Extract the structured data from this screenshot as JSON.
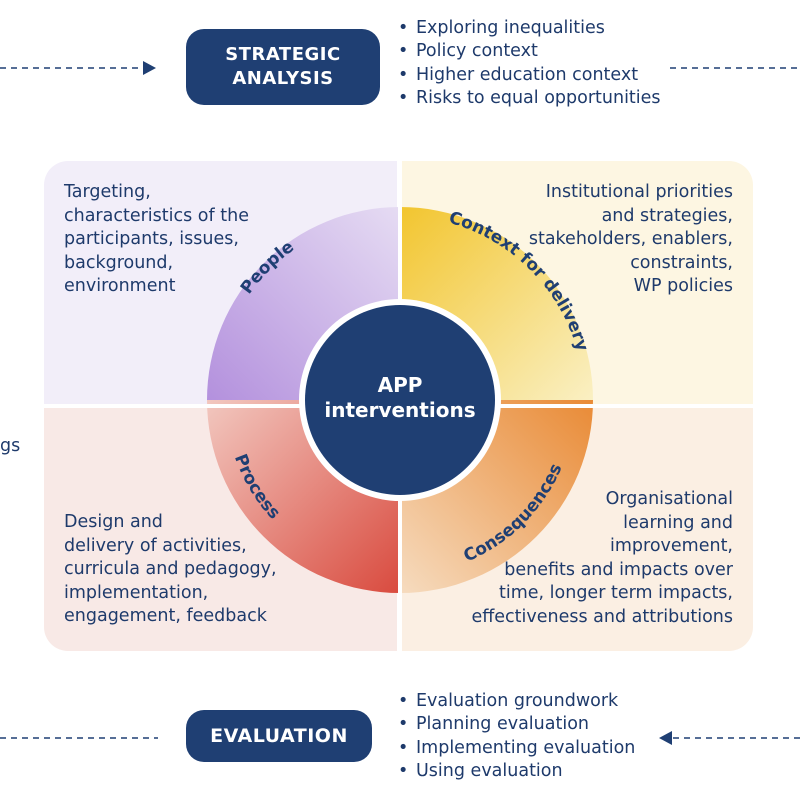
{
  "strategic_analysis": {
    "label_line1": "STRATEGIC",
    "label_line2": "ANALYSIS",
    "bullets": [
      "Exploring inequalities",
      "Policy context",
      "Higher education context",
      "Risks to equal opportunities"
    ]
  },
  "evaluation": {
    "label": "EVALUATION",
    "bullets": [
      "Evaluation groundwork",
      "Planning evaluation",
      "Implementing evaluation",
      "Using evaluation"
    ]
  },
  "center": {
    "line1": "APP",
    "line2": "interventions"
  },
  "segments": {
    "people": "People",
    "context": "Context for delivery",
    "process": "Process",
    "consequences": "Consequences"
  },
  "quadrants": {
    "people": "Targeting,\ncharacteristics of the\nparticipants, issues,\nbackground,\nenvironment",
    "context": "Institutional priorities\nand strategies,\nstakeholders, enablers,\nconstraints,\nWP policies",
    "process": "Design and\ndelivery of activities,\ncurricula and pedagogy,\nimplementation,\nengagement, feedback",
    "consequences": "Organisational\nlearning and\nimprovement,\nbenefits and impacts over\ntime, longer term impacts,\neffectiveness and attributions"
  },
  "left_edge_fragment": "gs",
  "colors": {
    "navy": "#1f3f73",
    "text": "#1e3a6b",
    "people": "#b79ae0",
    "context": "#f3c93d",
    "process": "#d9534a",
    "consequences": "#e88f3e"
  }
}
